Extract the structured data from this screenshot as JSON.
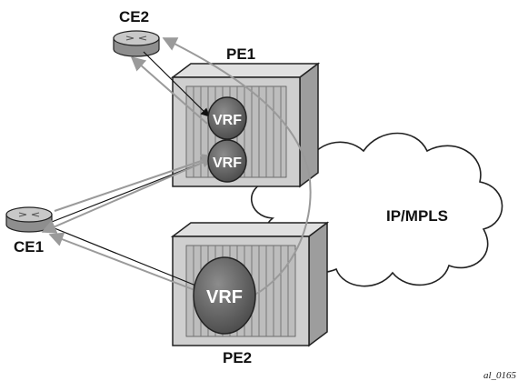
{
  "diagram": {
    "nodes": {
      "ce2": {
        "label": "CE2"
      },
      "pe1": {
        "label": "PE1"
      },
      "ce1": {
        "label": "CE1"
      },
      "pe2": {
        "label": "PE2"
      },
      "cloud": {
        "label": "IP/MPLS"
      },
      "pe1_vrf_top": {
        "label": "VRF"
      },
      "pe1_vrf_bottom": {
        "label": "VRF"
      },
      "pe2_vrf": {
        "label": "VRF"
      }
    },
    "figure_id": "al_0165"
  }
}
